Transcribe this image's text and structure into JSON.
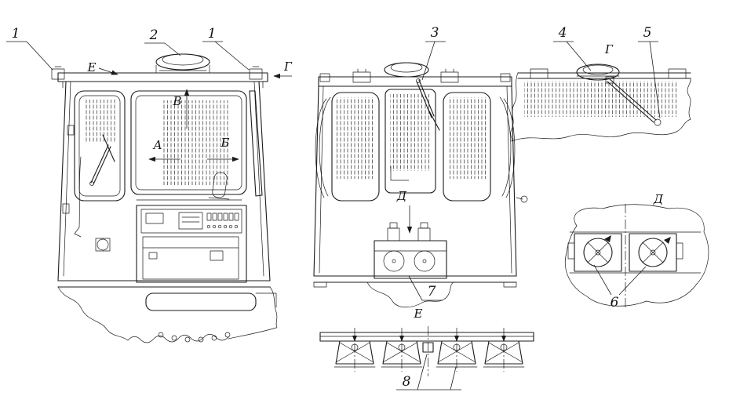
{
  "colors": {
    "line": "#1b1b1b",
    "background": "#ffffff"
  },
  "callouts": {
    "one_left": "1",
    "two": "2",
    "one_right": "1",
    "three": "3",
    "four": "4",
    "five": "5",
    "six": "6",
    "seven": "7",
    "eight": "8"
  },
  "direction_labels": {
    "e": "Е",
    "g": "Г",
    "v": "В",
    "a": "А",
    "b": "Б",
    "d": "Д"
  },
  "view_titles": {
    "g": "Г",
    "d": "Д",
    "e": "Е"
  }
}
